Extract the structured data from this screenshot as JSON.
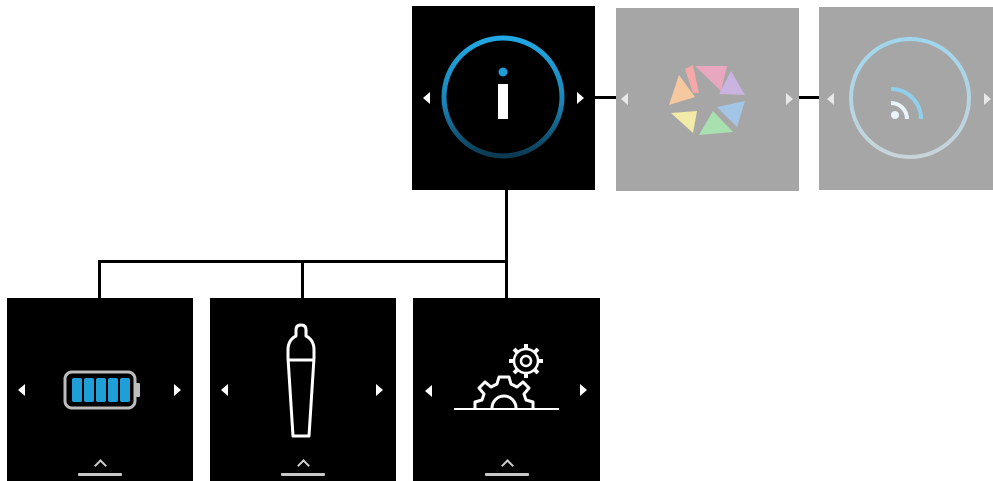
{
  "diagram": {
    "top_row": [
      {
        "id": "info",
        "icon": "info-icon",
        "state": "selected"
      },
      {
        "id": "camera",
        "icon": "camera-aperture-icon",
        "state": "inactive"
      },
      {
        "id": "wireless",
        "icon": "wireless-signal-icon",
        "state": "inactive"
      }
    ],
    "sub_menu": [
      {
        "id": "battery",
        "icon": "battery-icon",
        "battery_level_bars": 5
      },
      {
        "id": "device",
        "icon": "device-tube-icon"
      },
      {
        "id": "settings",
        "icon": "settings-gears-icon"
      }
    ],
    "colors": {
      "screen_bg": "#000000",
      "inactive_bg": "#a6a6a6",
      "accent_blue": "#1e9fd8",
      "connector": "#000000"
    }
  }
}
